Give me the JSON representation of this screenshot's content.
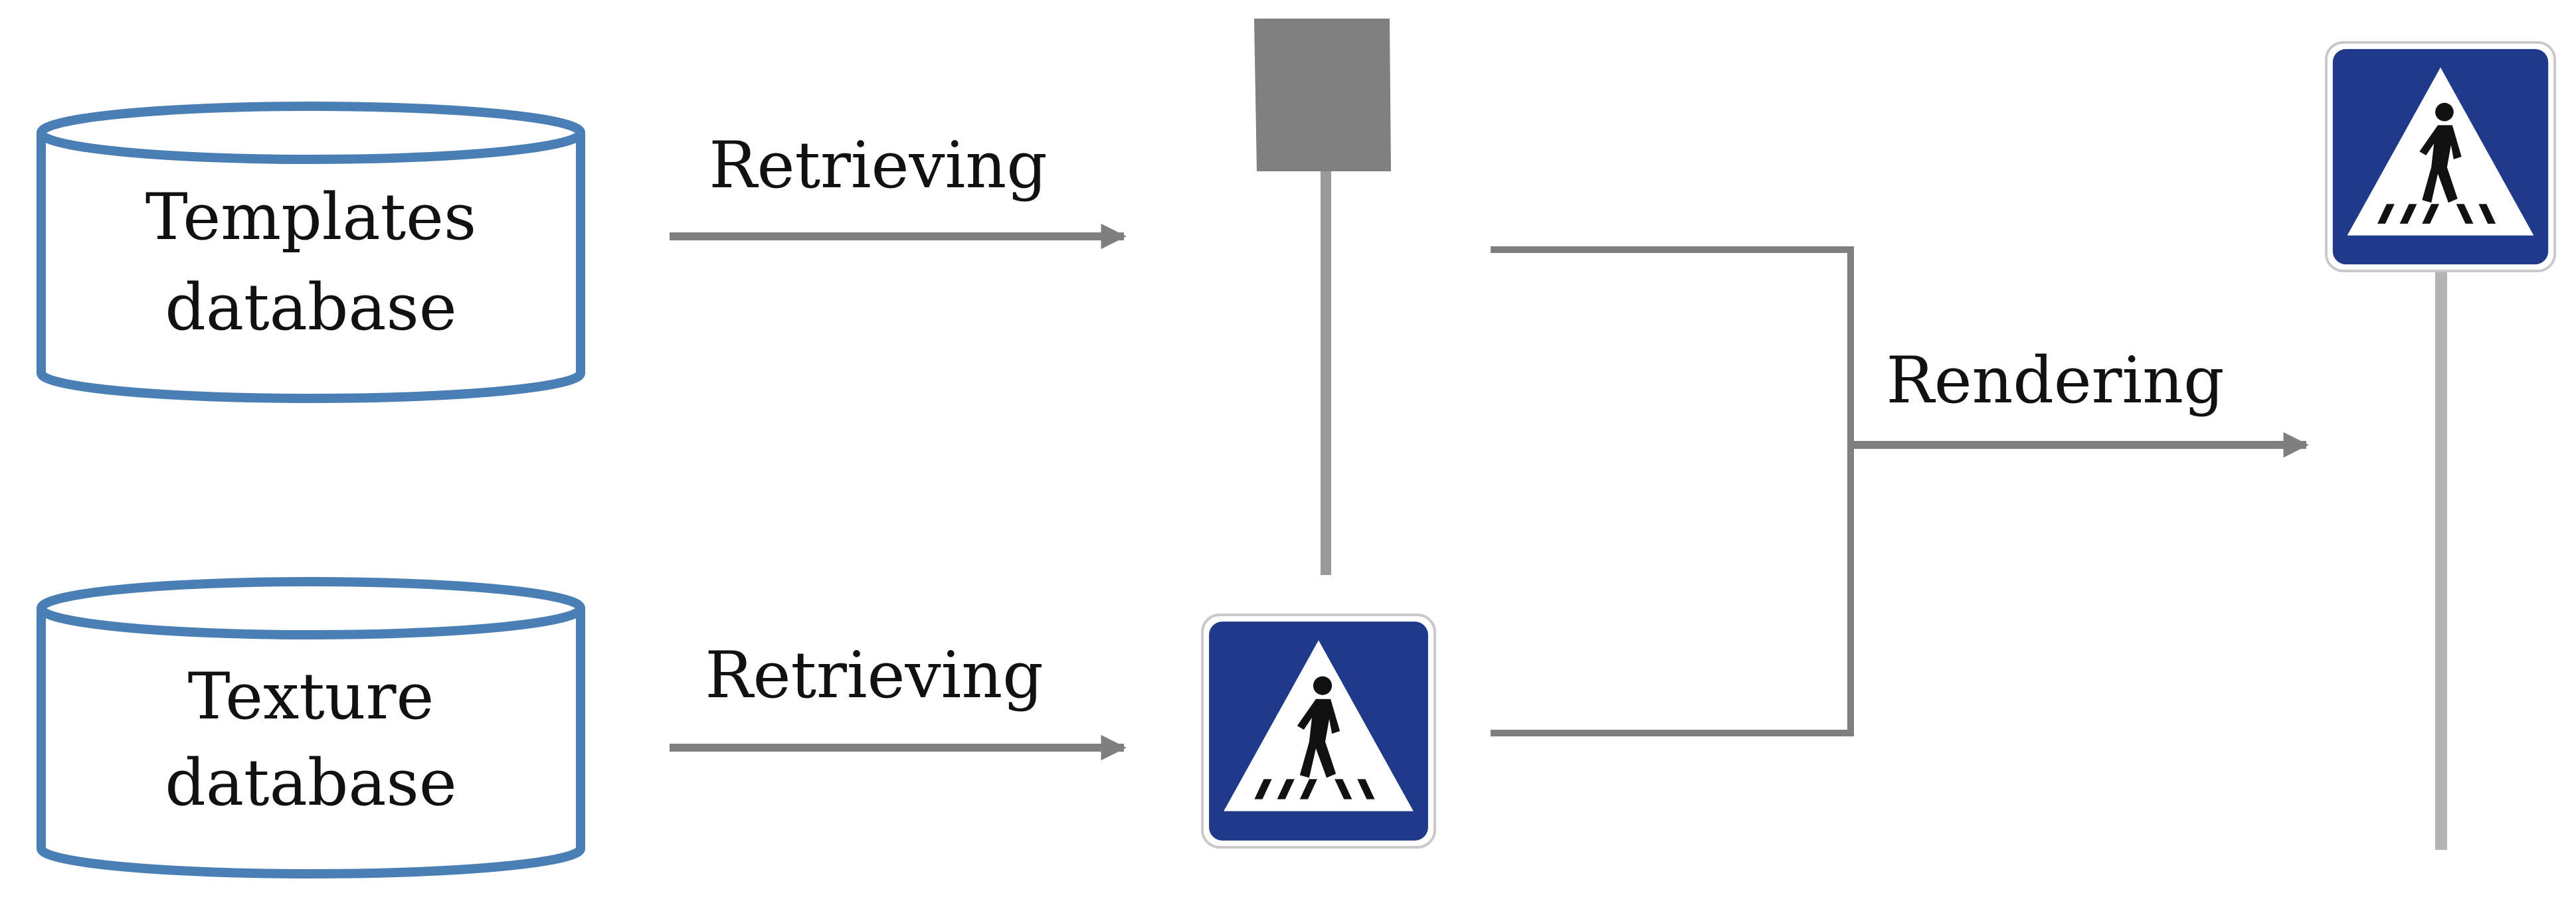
{
  "diagram": {
    "templates_db": {
      "line1": "Templates",
      "line2": "database"
    },
    "texture_db": {
      "line1": "Texture",
      "line2": "database"
    },
    "arrow_top_label": "Retrieving",
    "arrow_bottom_label": "Retrieving",
    "render_label": "Rendering"
  },
  "colors": {
    "cylinder_stroke": "#4a7fb5",
    "arrow": "#7f7f7f",
    "sign_blue": "#1f3a8a",
    "template_gray": "#808080",
    "pole_gray": "#b4b4b4"
  },
  "icons": {
    "template_sign": "blank-sign-template-icon",
    "texture_sign": "pedestrian-crossing-sign-icon",
    "rendered_sign": "rendered-pedestrian-crossing-sign-icon"
  }
}
